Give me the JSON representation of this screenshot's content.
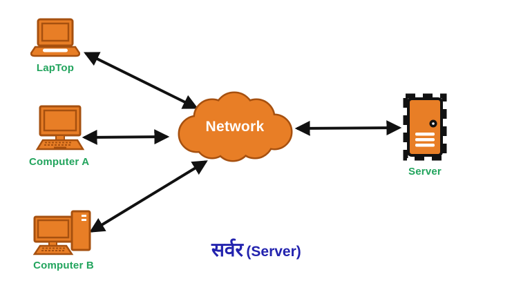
{
  "diagram": {
    "nodes": {
      "laptop": {
        "label": "LapTop"
      },
      "computer_a": {
        "label": "Computer A"
      },
      "computer_b": {
        "label": "Computer B"
      },
      "network": {
        "label": "Network"
      },
      "server": {
        "label": "Server"
      }
    },
    "caption": {
      "hindi": "सर्वर",
      "latin": "(Server)"
    },
    "connections": [
      {
        "from": "laptop",
        "to": "network",
        "bidirectional": true
      },
      {
        "from": "computer_a",
        "to": "network",
        "bidirectional": true
      },
      {
        "from": "computer_b",
        "to": "network",
        "bidirectional": true
      },
      {
        "from": "network",
        "to": "server",
        "bidirectional": true
      }
    ],
    "colors": {
      "device_fill": "#E87E26",
      "device_outline": "#A6500F",
      "label_green": "#22A45D",
      "caption_blue": "#2323AE",
      "arrow_black": "#111111",
      "network_text": "#FFFFFF",
      "background": "#FFFFFF"
    }
  }
}
